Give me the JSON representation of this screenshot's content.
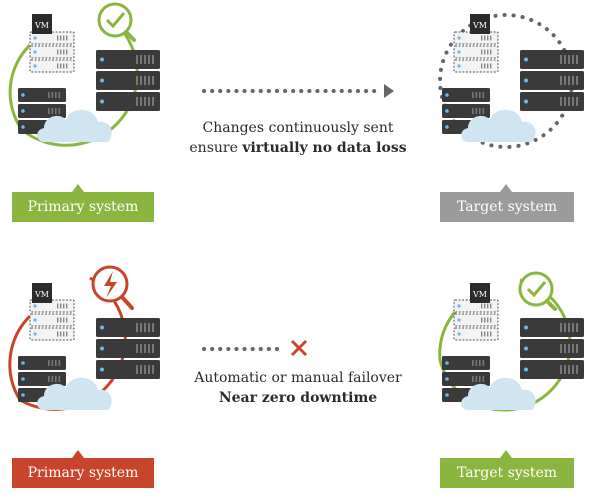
{
  "top": {
    "primary_label": "Primary system",
    "target_label": "Target system",
    "caption_line1": "Changes continuously sent",
    "caption_line2_prefix": "ensure ",
    "caption_line2_bold": "virtually no data loss"
  },
  "bottom": {
    "primary_label": "Primary system",
    "target_label": "Target system",
    "caption_line1": "Automatic or manual failover",
    "caption_line2_bold": "Near zero downtime"
  },
  "vm_label": "VM",
  "colors": {
    "green": "#8ab53f",
    "gray": "#9b9b9b",
    "red": "#c8452b",
    "server_dark": "#3a3a3a",
    "server_light": "#f3f3f3",
    "cloud": "#cfe5f2",
    "dot": "#666666"
  },
  "icons": [
    "check-icon",
    "lightning-fault-icon",
    "x-mark-icon",
    "arrow-icon"
  ]
}
